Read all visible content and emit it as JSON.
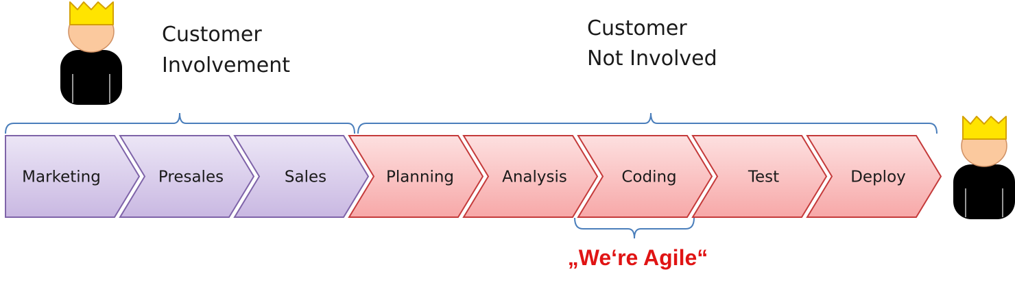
{
  "headings": {
    "customer_involvement": [
      "Customer",
      "Involvement"
    ],
    "customer_not_involved": [
      "Customer",
      "Not Involved"
    ],
    "agile_note": "„We‘re Agile“"
  },
  "steps": [
    {
      "label": "Marketing",
      "group": "customer"
    },
    {
      "label": "Presales",
      "group": "customer"
    },
    {
      "label": "Sales",
      "group": "customer"
    },
    {
      "label": "Planning",
      "group": "internal"
    },
    {
      "label": "Analysis",
      "group": "internal"
    },
    {
      "label": "Coding",
      "group": "internal"
    },
    {
      "label": "Test",
      "group": "internal"
    },
    {
      "label": "Deploy",
      "group": "internal"
    }
  ],
  "colors": {
    "customer_fill_top": "#ece6f6",
    "customer_fill_bottom": "#c9b8e2",
    "customer_stroke": "#7e63a8",
    "internal_fill_top": "#fde0e0",
    "internal_fill_bottom": "#f7a8a8",
    "internal_stroke": "#c43a3a",
    "brace": "#4a7ebb",
    "agile_text": "#e01414",
    "crown_fill": "#ffe400",
    "crown_stroke": "#d4a000",
    "face_fill": "#fbc99e",
    "face_stroke": "#cf8f62",
    "body_fill": "#000000"
  },
  "icons": [
    "customer-king-icon",
    "customer-king-icon"
  ]
}
